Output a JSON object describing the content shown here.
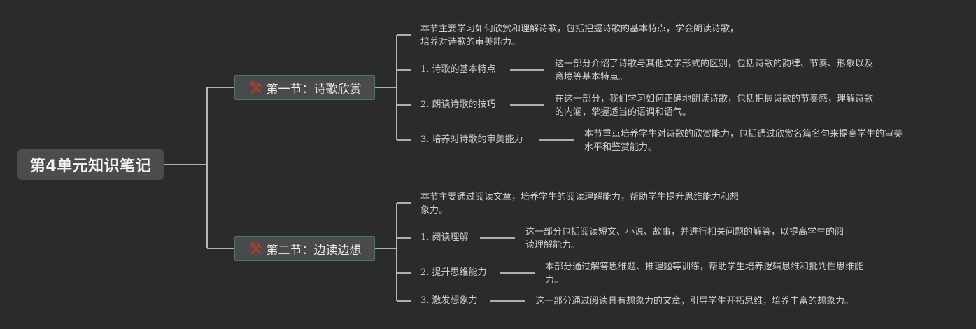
{
  "root": {
    "title": "第4单元知识笔记"
  },
  "sections": [
    {
      "title": "第一节：诗歌欣赏",
      "icon": "tools-icon",
      "intro": [
        "本节主要学习如何欣赏和理解诗歌，包括把握诗歌的基本特点，学会朗读诗歌，",
        "培养对诗歌的审美能力。"
      ],
      "items": [
        {
          "label": "1. 诗歌的基本特点",
          "desc": [
            "这一部分介绍了诗歌与其他文学形式的区别，包括诗歌的韵律、节奏、形象以及",
            "意境等基本特点。"
          ]
        },
        {
          "label": "2. 朗读诗歌的技巧",
          "desc": [
            "在这一部分，我们学习如何正确地朗读诗歌，包括把握诗歌的节奏感，理解诗歌",
            "的内涵，掌握适当的语调和语气。"
          ]
        },
        {
          "label": "3. 培养对诗歌的审美能力",
          "desc": [
            "本节重点培养学生对诗歌的欣赏能力，包括通过欣赏名篇名句来提高学生的审美",
            "水平和鉴赏能力。"
          ]
        }
      ]
    },
    {
      "title": "第二节：边读边想",
      "icon": "tools-icon",
      "intro": [
        "本节主要通过阅读文章，培养学生的阅读理解能力，帮助学生提升思维能力和想",
        "象力。"
      ],
      "items": [
        {
          "label": "1. 阅读理解",
          "desc": [
            "这一部分包括阅读短文、小说、故事，并进行相关问题的解答，以提高学生的阅",
            "读理解能力。"
          ]
        },
        {
          "label": "2. 提升思维能力",
          "desc": [
            "本部分通过解答思维题、推理题等训练，帮助学生培养逻辑思维和批判性思维能",
            "力。"
          ]
        },
        {
          "label": "3. 激发想象力",
          "desc": [
            "这一部分通过阅读具有想象力的文章，引导学生开拓思维，培养丰富的想象力。"
          ]
        }
      ]
    }
  ],
  "colors": {
    "background": "#2b2b2b",
    "line": "#d9d9d9",
    "section_border": "#3e7d69",
    "icon": "#c0392b"
  }
}
